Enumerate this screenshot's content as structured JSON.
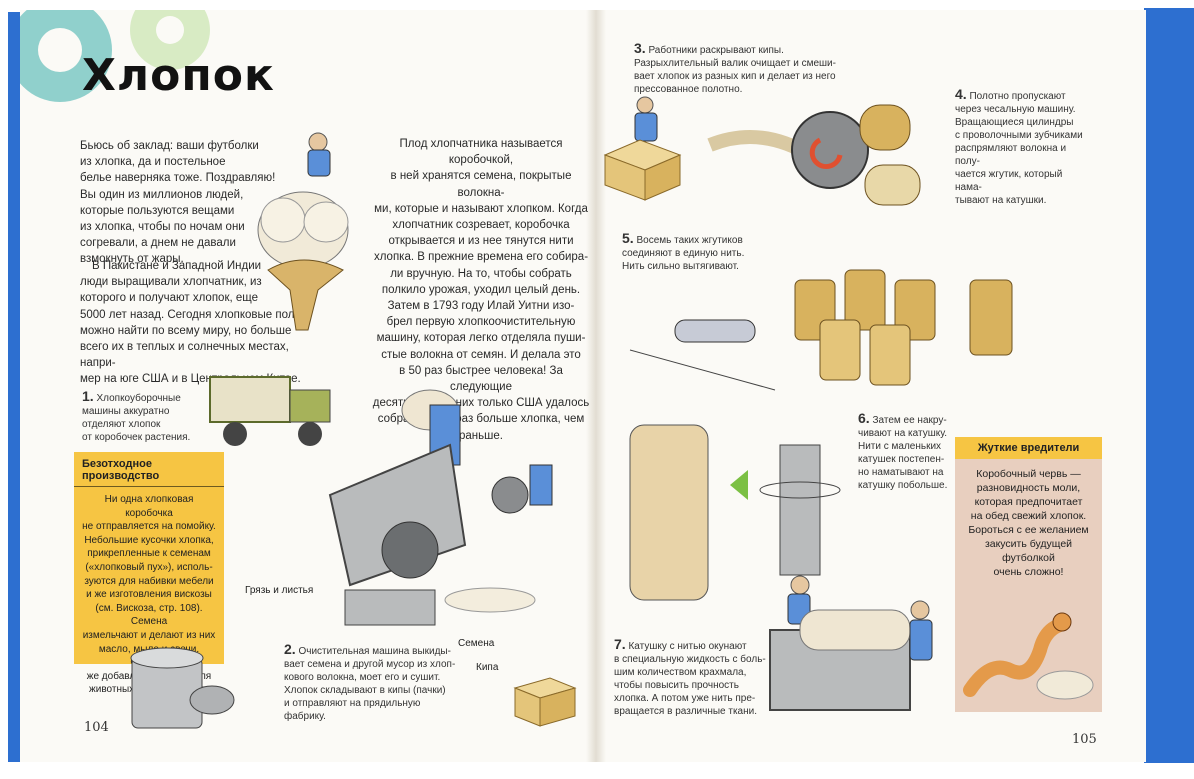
{
  "left_page": {
    "title": "Хлопок",
    "intro_lines": [
      "Бьюсь об заклад: ваши футболки",
      "из хлопка, да и постельное",
      "белье наверняка тоже. Поздравляю!",
      "Вы один из миллионов людей,",
      "которые пользуются вещами",
      "из хлопка, чтобы по ночам они",
      "согревали, а днем не давали",
      "взмокнуть от жары."
    ],
    "para2_lines": [
      "В Пакистане и Западной Индии",
      "люди выращивали хлопчатник, из",
      "которого и получают хлопок, еще",
      "5000 лет назад. Сегодня хлопковые поля",
      "можно найти по всему миру, но больше",
      "всего их в теплых и солнечных местах, напри-",
      "мер на юге США и в Центральном Китае."
    ],
    "column2_lines": [
      "Плод хлопчатника называется коробочкой,",
      "в ней хранятся семена, покрытые волокна-",
      "ми, которые и называют хлопком. Когда",
      "хлопчатник созревает, коробочка",
      "открывается и из нее тянутся нити",
      "хлопка. В прежние времена его собира-",
      "ли вручную. На то, чтобы собрать",
      "полкило урожая, уходил целый день.",
      "Затем в 1793 году Илай Уитни изо-",
      "брел первую хлопкоочистительную",
      "машину, которая легко отделяла пуши-",
      "стые волокна от семян. И делала это",
      "в 50 раз быстрее человека! За следующие",
      "десять лет в одних только США удалось",
      "собрать в 250 раз больше хлопка, чем раньше."
    ],
    "step1": {
      "num": "1.",
      "lines": [
        "Хлопкоуборочные",
        "машины аккуратно",
        "отделяют хлопок",
        "от коробочек растения."
      ]
    },
    "box": {
      "title": "Безотходное производство",
      "lines": [
        "Ни одна хлопковая коробочка",
        "не отправляется на помойку.",
        "Небольшие кусочки хлопка,",
        "прикрепленные к семенам",
        "(«хлопковый пух»), исполь-",
        "зуются для набивки мебели",
        "и же изготовления вискозы",
        "(см. Вискоза, стр. 108). Семена",
        "измельчают и делают из них",
        "масло, мыло и свечи. Остатки",
        "же добавляют в корма для",
        "животных или удобрения."
      ]
    },
    "label_dirt": "Грязь и листья",
    "label_seeds": "Семена",
    "label_bale": "Кипа",
    "step2": {
      "num": "2.",
      "lines": [
        "Очистительная машина выкиды-",
        "вает семена и другой мусор из хлоп-",
        "кового волокна, моет его и сушит.",
        "Хлопок складывают в кипы (пачки)",
        "и отправляют на прядильную",
        "фабрику."
      ]
    },
    "page_number": "104"
  },
  "right_page": {
    "step3": {
      "num": "3.",
      "lines": [
        "Работники раскрывают кипы.",
        "Разрыхлительный валик очищает и смеши-",
        "вает хлопок из разных кип и делает из него",
        "прессованное полотно."
      ]
    },
    "step4": {
      "num": "4.",
      "lines": [
        "Полотно пропускают",
        "через чесальную машину.",
        "Вращающиеся цилиндры",
        "с проволочными зубчиками",
        "распрямляют волокна и полу-",
        "чается жгутик, который нама-",
        "тывают на катушки."
      ]
    },
    "step5": {
      "num": "5.",
      "lines": [
        "Восемь таких жгутиков",
        "соединяют в единую нить.",
        "Нить сильно вытягивают."
      ]
    },
    "step6": {
      "num": "6.",
      "lines": [
        "Затем ее накру-",
        "чивают на катушку.",
        "Нити с маленьких",
        "катушек постепен-",
        "но наматывают на",
        "катушку побольше."
      ]
    },
    "box": {
      "title": "Жуткие вредители",
      "lines": [
        "Коробочный червь —",
        "разновидность моли,",
        "которая предпочитает",
        "на обед свежий хлопок.",
        "Бороться с ее желанием",
        "закусить будущей футболкой",
        "очень сложно!"
      ]
    },
    "step7": {
      "num": "7.",
      "lines": [
        "Катушку с нитью окунают",
        "в специальную жидкость с боль-",
        "шим количеством крахмала,",
        "чтобы повысить прочность",
        "хлопка. А потом уже нить пре-",
        "вращается в различные ткани."
      ]
    },
    "page_number": "105"
  },
  "colors": {
    "cover_blue": "#2d6fd0",
    "box_yellow": "#f6c543",
    "box_pink": "#e8cfbf",
    "gear_teal": "#7cc8c4"
  }
}
